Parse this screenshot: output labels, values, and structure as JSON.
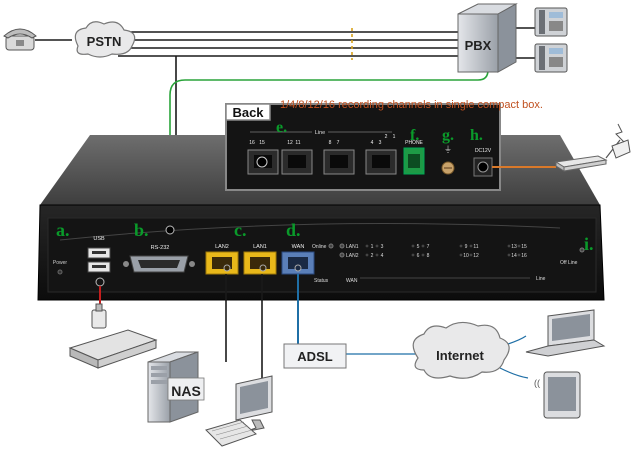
{
  "clouds": {
    "pstn": "PSTN",
    "internet": "Internet"
  },
  "devices": {
    "pbx": "PBX",
    "nas": "NAS",
    "adsl": "ADSL"
  },
  "back_panel": {
    "title": "Back",
    "caption": "1/4/8/12/16 recording channels in single compact box.",
    "line_heading": "Line",
    "port_numbers": [
      [
        "16",
        "15"
      ],
      [
        "12",
        "11"
      ],
      [
        "8",
        "7"
      ],
      [
        "4",
        "3"
      ],
      [
        "2",
        "1"
      ]
    ],
    "phone_label": "PHONE",
    "power_label": "DC12V"
  },
  "front_panel": {
    "usb": "USB",
    "power": "Power",
    "rs232": "RS-232",
    "lan2": "LAN2",
    "lan1": "LAN1",
    "wan": "WAN",
    "online": "Online",
    "lan1_led": "LAN1",
    "lan2_led": "LAN2",
    "status": "Status",
    "wan_led": "WAN",
    "line": "Line",
    "offline": "Off Line",
    "led_top": [
      "1",
      "3",
      "5",
      "7",
      "9",
      "11",
      "13",
      "15"
    ],
    "led_bottom": [
      "2",
      "4",
      "6",
      "8",
      "10",
      "12",
      "14",
      "16"
    ]
  },
  "markers": {
    "a": "a.",
    "b": "b.",
    "c": "c.",
    "d": "d.",
    "e": "e.",
    "f": "f.",
    "g": "g.",
    "h": "h.",
    "i": "i."
  },
  "colors": {
    "marker_green": "#0a9a2a",
    "caption_orange": "#c0501f",
    "cable_dark": "#1a1a1a",
    "cable_green": "#2aa43a",
    "cable_blue": "#1f6fa6",
    "cable_red": "#c41e1e",
    "cable_orange": "#d9792a",
    "lan_yellow": "#e8b81a",
    "wan_blue": "#5a7fb8"
  }
}
